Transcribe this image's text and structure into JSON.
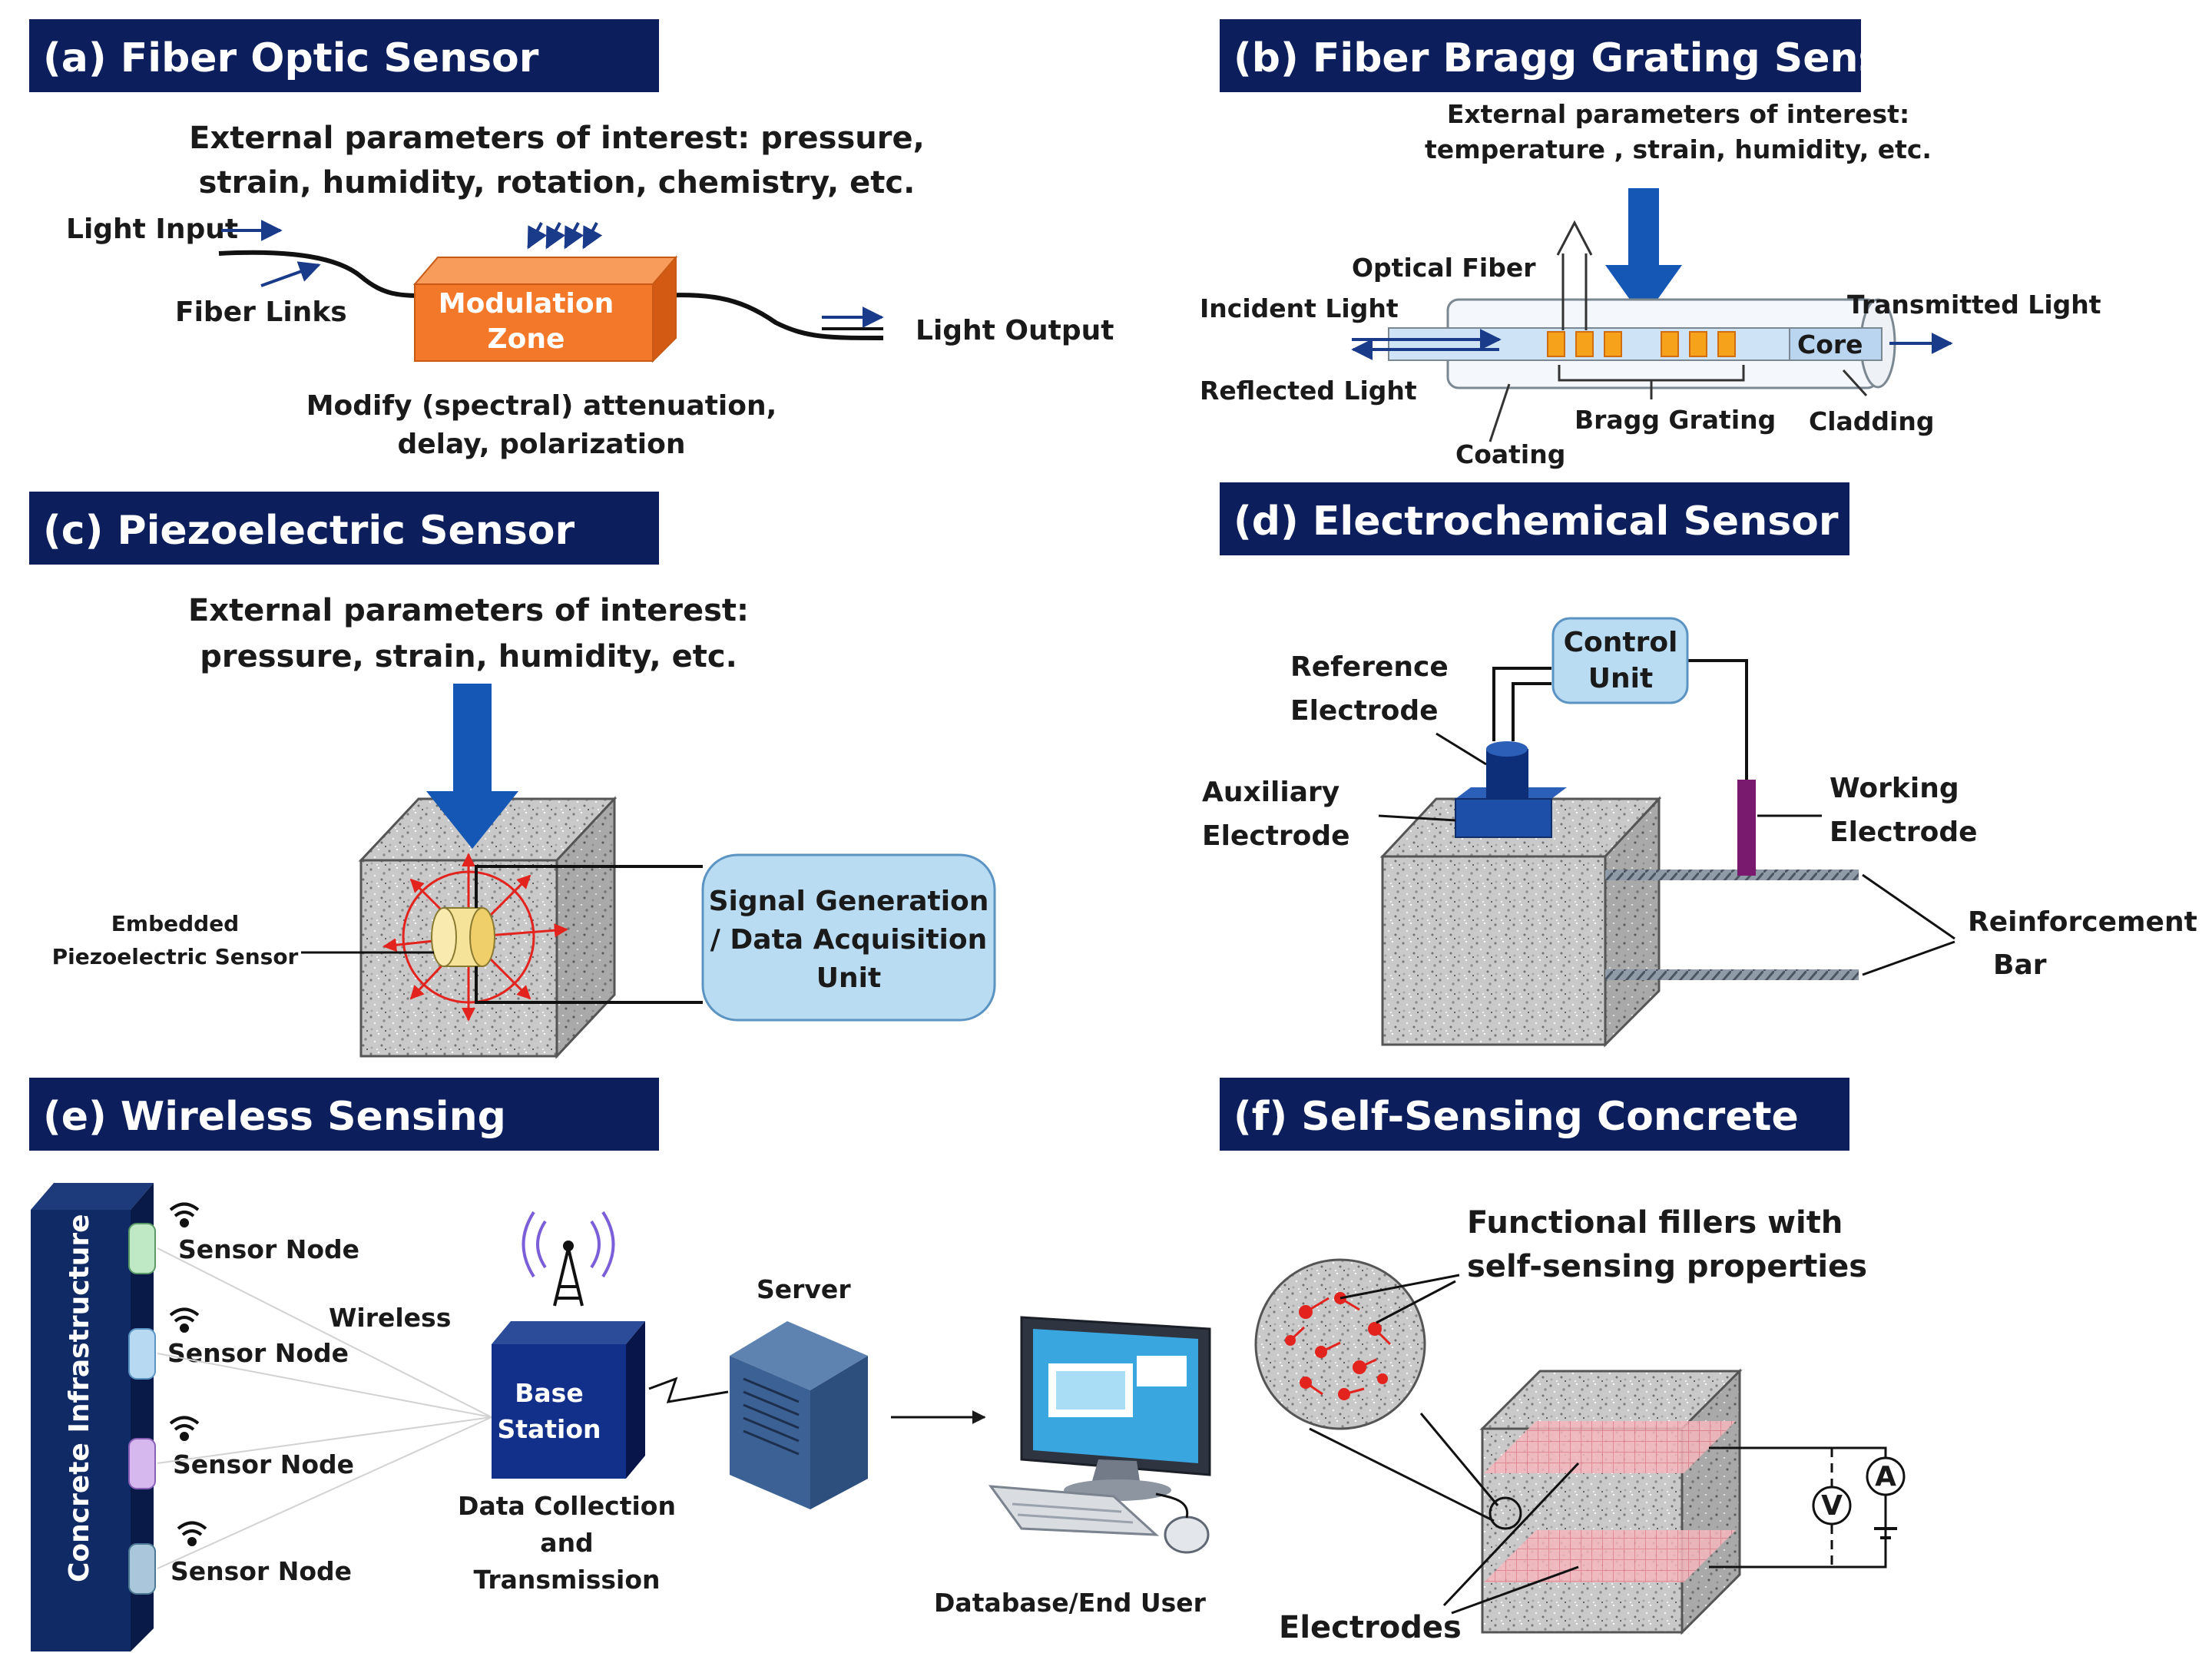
{
  "colors": {
    "header_bg": "#0c1e5c",
    "header_text": "#ffffff",
    "arrow_blue": "#1457b5",
    "box_blue": "#b9dcf2",
    "modulation_orange": "#f3782a",
    "grating_orange": "#f7a21b",
    "concrete_gray": "#c4c4c4",
    "red": "#e3231d",
    "purple": "#7a1a6e"
  },
  "panels": {
    "a": {
      "header": "(a) Fiber Optic Sensor",
      "params_line1": "External parameters of interest: pressure,",
      "params_line2": "strain, humidity, rotation, chemistry, etc.",
      "light_input": "Light Input",
      "fiber_links": "Fiber Links",
      "zone_line1": "Modulation",
      "zone_line2": "Zone",
      "light_output": "Light Output",
      "modify_line1": "Modify (spectral) attenuation,",
      "modify_line2": "delay, polarization"
    },
    "b": {
      "header": "(b) Fiber Bragg Grating Sensor",
      "params_line1": "External parameters of interest:",
      "params_line2": "temperature , strain, humidity, etc.",
      "optical_fiber": "Optical Fiber",
      "incident_light": "Incident Light",
      "reflected_light": "Reflected Light",
      "transmitted_light": "Transmitted Light",
      "core": "Core",
      "cladding": "Cladding",
      "bragg_grating": "Bragg Grating",
      "coating": "Coating"
    },
    "c": {
      "header": "(c) Piezoelectric Sensor",
      "params_line1": "External parameters of interest:",
      "params_line2": "pressure, strain, humidity, etc.",
      "embedded_line1": "Embedded",
      "embedded_line2": "Piezoelectric Sensor",
      "unit_line1": "Signal Generation",
      "unit_line2": "/  Data Acquisition",
      "unit_line3": "Unit"
    },
    "d": {
      "header": "(d) Electrochemical Sensor",
      "control_line1": "Control",
      "control_line2": "Unit",
      "reference_line1": "Reference",
      "reference_line2": "Electrode",
      "auxiliary_line1": "Auxiliary",
      "auxiliary_line2": "Electrode",
      "working_line1": "Working",
      "working_line2": "Electrode",
      "rebar_line1": "Reinforcement",
      "rebar_line2": "Bar"
    },
    "e": {
      "header": "(e) Wireless Sensing",
      "infrastructure": "Concrete Infrastructure",
      "sensor_nodes": [
        "Sensor Node",
        "Sensor Node",
        "Sensor Node",
        "Sensor Node"
      ],
      "wireless": "Wireless",
      "base_line1": "Base",
      "base_line2": "Station",
      "collection_line1": "Data Collection",
      "collection_line2": "and",
      "collection_line3": "Transmission",
      "server": "Server",
      "end_user": "Database/End User"
    },
    "f": {
      "header": "(f) Self-Sensing Concrete",
      "fillers_line1": "Functional fillers with",
      "fillers_line2": "self-sensing properties",
      "electrodes": "Electrodes",
      "voltmeter": "V",
      "ammeter": "A"
    }
  }
}
